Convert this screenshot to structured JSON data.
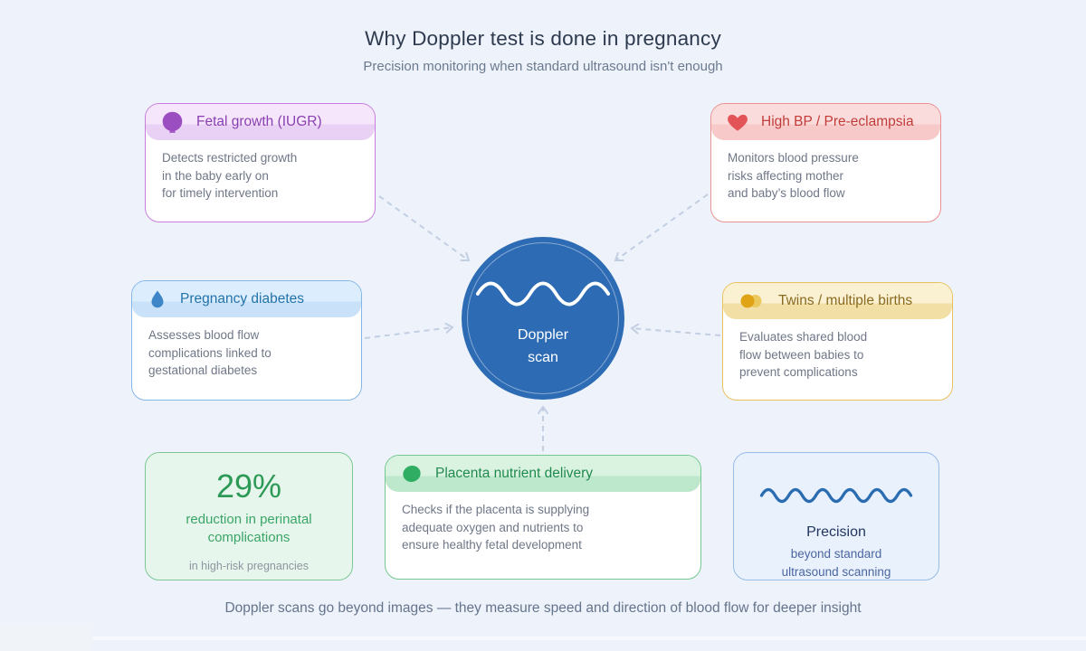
{
  "header": {
    "title": "Why Doppler test is done in pregnancy",
    "subtitle": "Precision monitoring when standard ultrasound isn't enough"
  },
  "center": {
    "label_line1": "Doppler",
    "label_line2": "scan",
    "icon": "waveform-icon"
  },
  "cards": {
    "fetal": {
      "title": "Fetal growth (IUGR)",
      "body": "Detects restricted growth\nin the baby early on\nfor timely intervention",
      "icon": "baby-head-icon"
    },
    "bp": {
      "title": "High BP / Pre-eclampsia",
      "body": "Monitors blood pressure\nrisks affecting mother\nand baby’s blood flow",
      "icon": "heart-icon"
    },
    "diabetes": {
      "title": "Pregnancy diabetes",
      "body": "Assesses blood flow\ncomplications linked to\ngestational diabetes",
      "icon": "droplet-icon"
    },
    "twins": {
      "title": "Twins / multiple births",
      "body": "Evaluates shared blood\nflow between babies to\nprevent complications",
      "icon": "twin-circles-icon"
    },
    "placenta": {
      "title": "Placenta nutrient delivery",
      "body": "Checks if the placenta is supplying\nadequate oxygen and nutrients to\nensure healthy fetal development",
      "icon": "placenta-blob-icon"
    }
  },
  "stat": {
    "value": "29%",
    "label": "reduction in perinatal\ncomplications",
    "sublabel": "in high-risk pregnancies"
  },
  "precision": {
    "title": "Precision",
    "subtitle": "beyond standard\nultrasound scanning",
    "icon": "waveform-icon"
  },
  "footer": {
    "note": "Doppler scans go beyond images — they measure speed and direction of blood flow for deeper insight"
  },
  "palette": {
    "background": "#eef2fb",
    "center_blue": "#2d6cb4",
    "arrow": "#c2cfe3",
    "fetal_accent": "#9a4ec0",
    "bp_accent": "#e25457",
    "diabetes_accent": "#3e86c8",
    "twins_accent": "#e0a315",
    "placenta_accent": "#2fae63",
    "stat_green": "#2c9a56",
    "precision_blue": "#2a6cb0"
  }
}
